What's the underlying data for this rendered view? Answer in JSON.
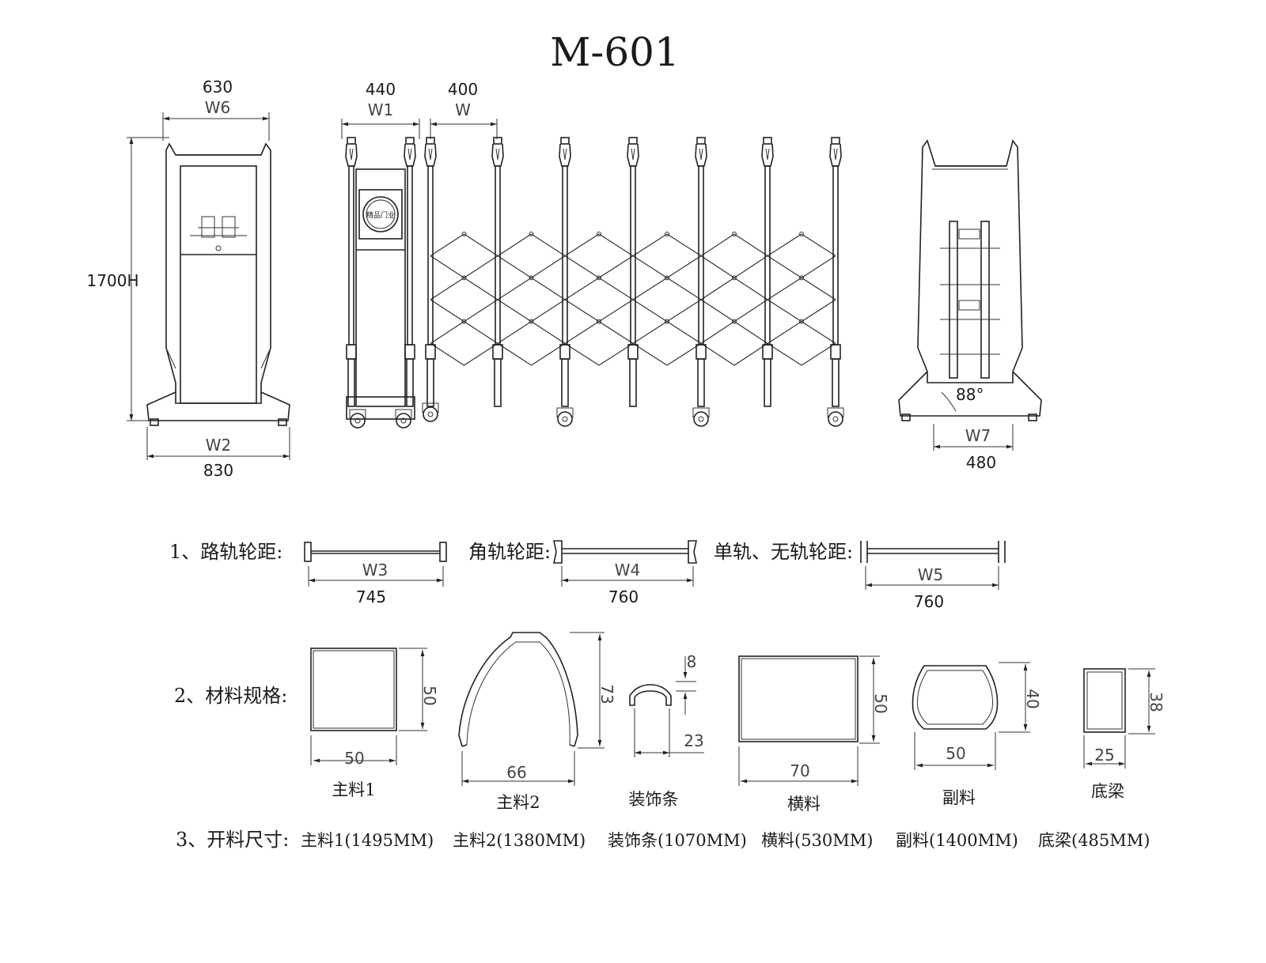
{
  "title": "M-601",
  "top_view": {
    "w6_value": "630",
    "w6_label": "W6",
    "height_value": "1700",
    "height_label": "H",
    "w2_label": "W2",
    "w2_value": "830",
    "w1_value": "440",
    "w1_label": "W1",
    "w_value": "400",
    "w_label": "W",
    "w7_label": "W7",
    "w7_value": "480",
    "angle_label": "88°",
    "logo_text": "精品门业"
  },
  "wheel_track": {
    "title": "1、路轨轮距:",
    "road": {
      "label": "W3",
      "value": "745"
    },
    "angle_title": "角轨轮距:",
    "angle": {
      "label": "W4",
      "value": "760"
    },
    "single_title": "单轨、无轨轮距:",
    "single": {
      "label": "W5",
      "value": "760"
    }
  },
  "materials": {
    "title": "2、材料规格:",
    "main1": {
      "name": "主料1",
      "w": "50",
      "h": "50"
    },
    "main2": {
      "name": "主料2",
      "w": "66",
      "h": "73"
    },
    "trim": {
      "name": "装饰条",
      "a": "8",
      "b": "23"
    },
    "cross": {
      "name": "横料",
      "w": "70",
      "h": "50"
    },
    "sub": {
      "name": "副料",
      "w": "50",
      "h": "40"
    },
    "beam": {
      "name": "底梁",
      "w": "25",
      "h": "38"
    }
  },
  "cutting": {
    "title": "3、开料尺寸:",
    "items": [
      "主料1(1495MM)",
      "主料2(1380MM)",
      "装饰条(1070MM)",
      "横料(530MM)",
      "副料(1400MM)",
      "底梁(485MM)"
    ]
  }
}
